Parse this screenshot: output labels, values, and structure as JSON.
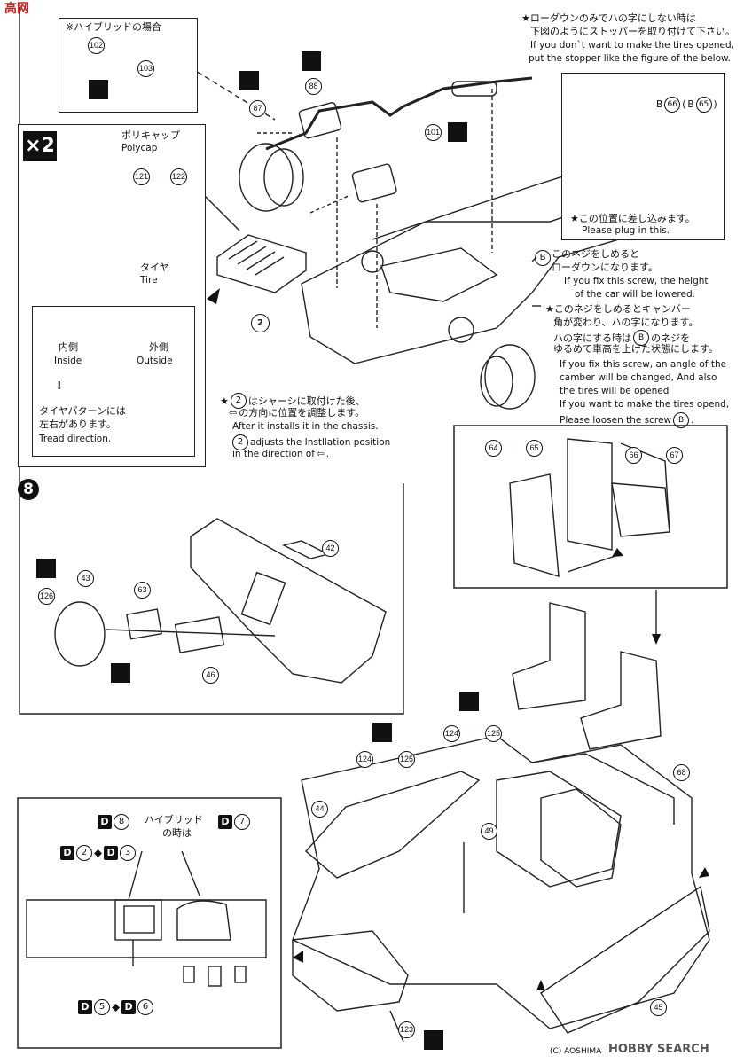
{
  "watermark_top": "高网",
  "hybrid_case": "※ハイブリッドの場合",
  "part_102": "102",
  "part_103": "103",
  "part_87": "87",
  "part_88": "88",
  "part_101": "101",
  "polycap_jp": "ポリキャップ",
  "polycap_en": "Polycap",
  "part_121": "121",
  "part_122": "122",
  "x2_label": "×2",
  "tire_jp": "タイヤ",
  "tire_en": "Tire",
  "inside_jp": "内側",
  "inside_en": "Inside",
  "outside_jp": "外側",
  "outside_en": "Outside",
  "tread_jp1": "タイヤパターンには",
  "tread_jp2": "左右があります。",
  "tread_en": "Tread direction.",
  "part_2": "2",
  "lowdown_jp1": "★ローダウンのみでハの字にしない時は",
  "lowdown_jp2": "下図のようにストッパーを取り付けて下さい。",
  "lowdown_en1": "If you don`t want to make the tires opened,",
  "lowdown_en2": "put the stopper like the figure of the below.",
  "b_part_label": "B",
  "part_66": "66",
  "part_65": "65",
  "plug_jp": "★この位置に差し込みます。",
  "plug_en": "Please plug in this.",
  "screw_b_jp1": "このネジをしめると",
  "screw_b_jp2": "ローダウンになります。",
  "screw_b_en1": "If you fix this screw, the height",
  "screw_b_en2": "of the car will be lowered.",
  "camber_jp1": "★このネジをしめるとキャンバー",
  "camber_jp2": "角が変わり、ハの字になります。",
  "camber_jp3": "ハの字にする時は",
  "camber_jp4": "のネジを",
  "camber_jp5": "ゆるめて車高を上げた状態にします。",
  "camber_en1": "If you fix this screw, an angle of the",
  "camber_en2": "camber will be changed, And also",
  "camber_en3": "the tires will be opened",
  "camber_en4": "If you want to make the tires opend,",
  "camber_en5": "Please loosen the screw",
  "chassis_jp1": "はシャーシに取付けた後、",
  "chassis_jp2": "の方向に位置を調整します。",
  "chassis_en1": "After it installs it in the chassis.",
  "chassis_en2": "adjusts the Instllation position",
  "chassis_en3": "in the direction of",
  "step_label": "8",
  "part_64": "64",
  "part_67": "67",
  "part_42": "42",
  "part_43": "43",
  "part_63": "63",
  "part_126": "126",
  "part_46": "46",
  "part_124": "124",
  "part_125": "125",
  "part_44": "44",
  "part_49": "49",
  "part_68": "68",
  "part_123": "123",
  "part_45": "45",
  "d_tag": "D",
  "d8": "8",
  "d7": "7",
  "d2": "2",
  "d3": "3",
  "d5": "5",
  "d6": "6",
  "hybrid_jp1": "ハイブリッド",
  "hybrid_jp2": "の時は",
  "copyright": "(C) AOSHIMA",
  "logo_text": "HOBBY SEARCH"
}
